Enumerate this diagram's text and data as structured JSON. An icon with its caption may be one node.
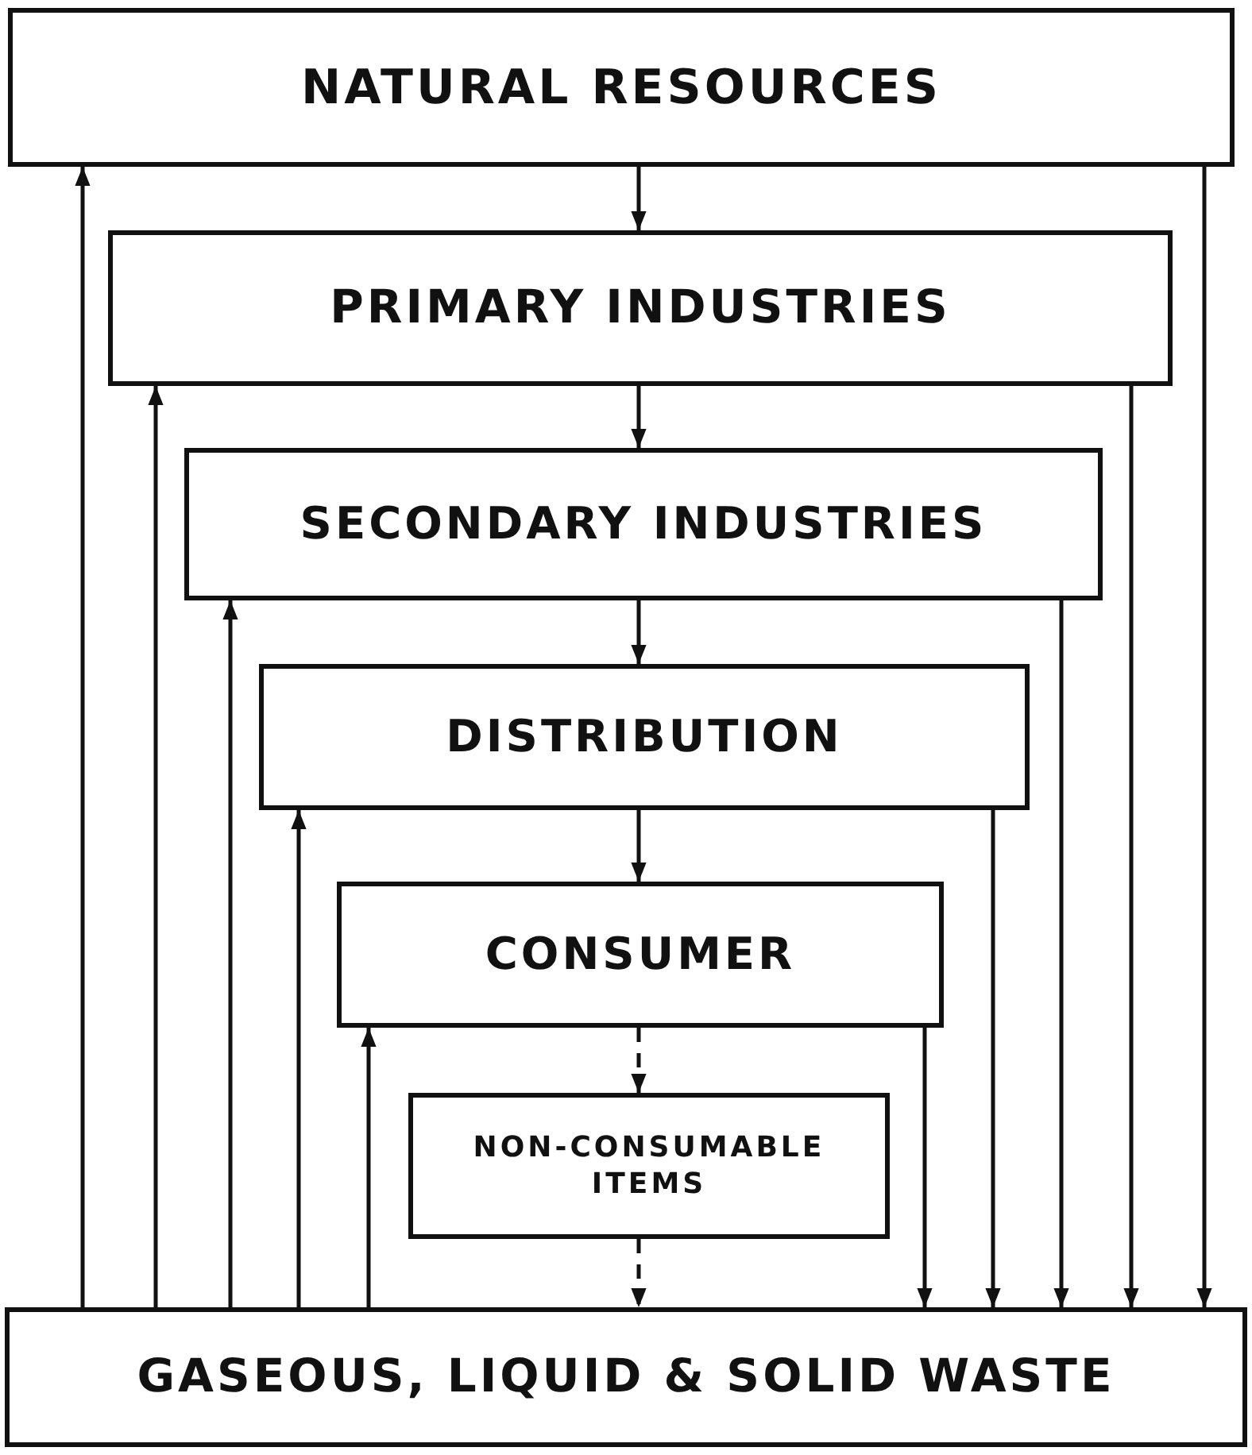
{
  "diagram": {
    "nodes": [
      {
        "text": [
          "NATURAL RESOURCES"
        ]
      },
      {
        "text": [
          "PRIMARY INDUSTRIES"
        ]
      },
      {
        "text": [
          "SECONDARY INDUSTRIES"
        ]
      },
      {
        "text": [
          "DISTRIBUTION"
        ]
      },
      {
        "text": [
          "CONSUMER"
        ]
      },
      {
        "text": [
          "NON-CONSUMABLE ITEMS"
        ]
      },
      {
        "text": [
          "GASEOUS, LIQUID & SOLID WASTE"
        ]
      }
    ],
    "edges": [
      {
        "from": 0,
        "to": 1,
        "arrow": "to"
      },
      {
        "from": 1,
        "to": 2,
        "arrow": "to"
      },
      {
        "from": 2,
        "to": 3,
        "arrow": "to"
      },
      {
        "from": 3,
        "to": 4,
        "arrow": "to"
      },
      {
        "from": 4,
        "to": 5,
        "arrow": "to",
        "style": "dashed"
      },
      {
        "from": 5,
        "to": 6,
        "arrow": "to",
        "style": "dashed"
      },
      {
        "from": 6,
        "to": 0,
        "arrow": "to"
      },
      {
        "from": 6,
        "to": 1,
        "arrow": "to"
      },
      {
        "from": 6,
        "to": 2,
        "arrow": "to"
      },
      {
        "from": 6,
        "to": 3,
        "arrow": "to"
      },
      {
        "from": 6,
        "to": 4,
        "arrow": "to"
      },
      {
        "from": 0,
        "to": 6,
        "arrow": "to"
      },
      {
        "from": 1,
        "to": 6,
        "arrow": "to"
      },
      {
        "from": 2,
        "to": 6,
        "arrow": "to"
      },
      {
        "from": 3,
        "to": 6,
        "arrow": "to"
      },
      {
        "from": 4,
        "to": 6,
        "arrow": "to"
      }
    ]
  }
}
